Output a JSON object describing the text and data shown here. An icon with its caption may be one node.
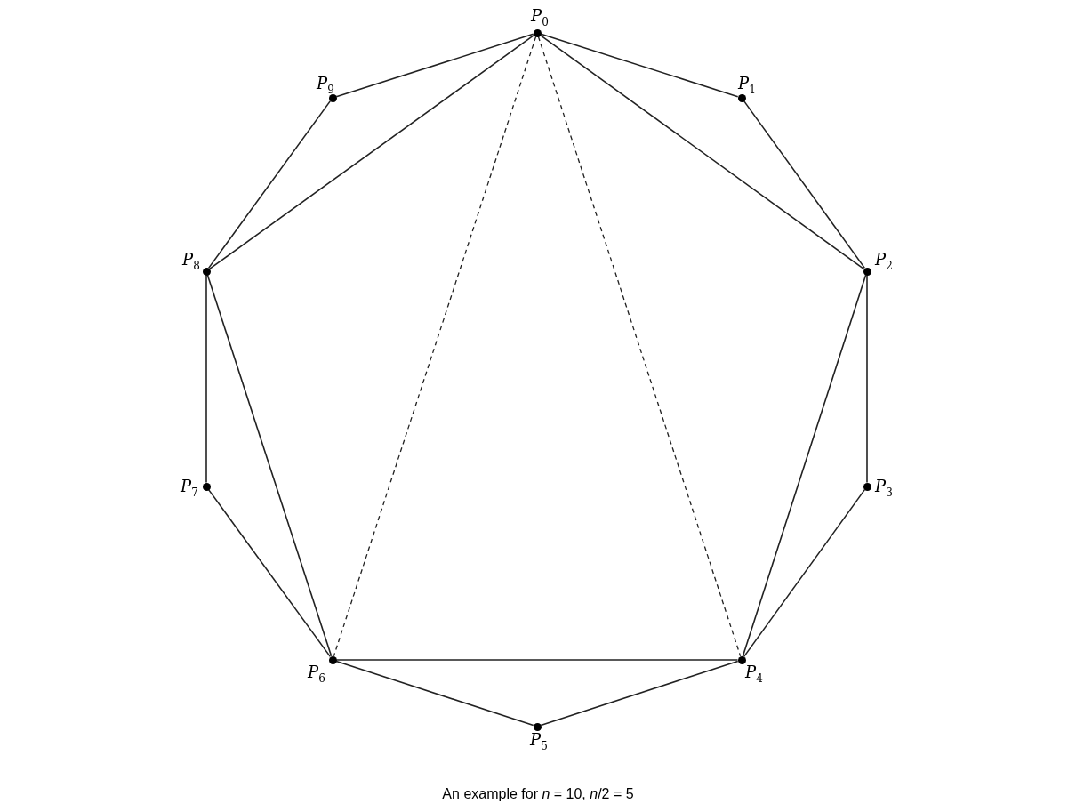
{
  "diagram": {
    "caption": "An example for *n* = 10, *n*/2 = 5",
    "nodes": [
      {
        "text": [],
        "shape": "circle",
        "beside": [
          "*P*$_{0}$"
        ]
      },
      {
        "text": [],
        "shape": "circle",
        "beside": [
          "*P*$_{1}$"
        ]
      },
      {
        "text": [],
        "shape": "circle",
        "beside": [
          "*P*$_{2}$"
        ]
      },
      {
        "text": [],
        "shape": "circle",
        "beside": [
          "*P*$_{3}$"
        ]
      },
      {
        "text": [],
        "shape": "circle",
        "beside": [
          "*P*$_{4}$"
        ]
      },
      {
        "text": [],
        "shape": "circle",
        "beside": [
          "*P*$_{5}$"
        ]
      },
      {
        "text": [],
        "shape": "circle",
        "beside": [
          "*P*$_{6}$"
        ]
      },
      {
        "text": [],
        "shape": "circle",
        "beside": [
          "*P*$_{7}$"
        ]
      },
      {
        "text": [],
        "shape": "circle",
        "beside": [
          "*P*$_{8}$"
        ]
      },
      {
        "text": [],
        "shape": "circle",
        "beside": [
          "*P*$_{9}$"
        ]
      }
    ],
    "edges": [
      {
        "from": 0,
        "to": 1,
        "arrow": "none"
      },
      {
        "from": 1,
        "to": 2,
        "arrow": "none"
      },
      {
        "from": 2,
        "to": 3,
        "arrow": "none"
      },
      {
        "from": 3,
        "to": 4,
        "arrow": "none"
      },
      {
        "from": 4,
        "to": 5,
        "arrow": "none"
      },
      {
        "from": 5,
        "to": 6,
        "arrow": "none"
      },
      {
        "from": 6,
        "to": 7,
        "arrow": "none"
      },
      {
        "from": 7,
        "to": 8,
        "arrow": "none"
      },
      {
        "from": 8,
        "to": 9,
        "arrow": "none"
      },
      {
        "from": 9,
        "to": 0,
        "arrow": "none"
      },
      {
        "from": 0,
        "to": 2,
        "arrow": "none"
      },
      {
        "from": 0,
        "to": 8,
        "arrow": "none"
      },
      {
        "from": 2,
        "to": 4,
        "arrow": "none"
      },
      {
        "from": 8,
        "to": 6,
        "arrow": "none"
      },
      {
        "from": 6,
        "to": 4,
        "arrow": "none"
      },
      {
        "from": 0,
        "to": 6,
        "arrow": "none",
        "style": "dashed"
      },
      {
        "from": 0,
        "to": 4,
        "arrow": "none",
        "style": "dashed"
      }
    ]
  }
}
